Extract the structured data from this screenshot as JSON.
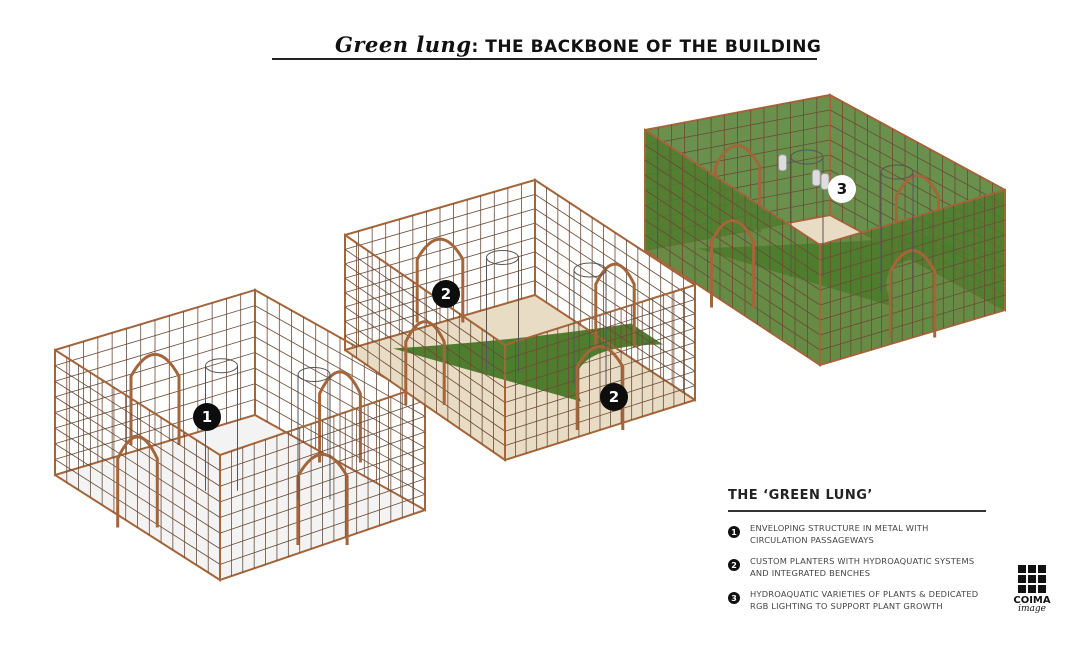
{
  "title": {
    "script": "Green lung",
    "rest": ": THE BACKBONE OF THE BUILDING"
  },
  "legend": {
    "heading": "THE ‘GREEN LUNG’",
    "items": [
      {
        "num": "1",
        "text": "ENVELOPING STRUCTURE IN METAL WITH CIRCULATION PASSAGEWAYS"
      },
      {
        "num": "2",
        "text": "CUSTOM PLANTERS WITH HYDROAQUATIC SYSTEMS AND INTEGRATED BENCHES"
      },
      {
        "num": "3",
        "text": "HYDROAQUATIC VARIETIES OF PLANTS & DEDICATED RGB LIGHTING TO SUPPORT PLANT GROWTH"
      }
    ]
  },
  "badges": [
    "1",
    "2",
    "2",
    "3"
  ],
  "logo": {
    "name": "COIMA",
    "sub": "image"
  },
  "colors": {
    "metal": "#a4653a",
    "plant": "#4f7d2e",
    "floor": "#e9dcc4"
  }
}
